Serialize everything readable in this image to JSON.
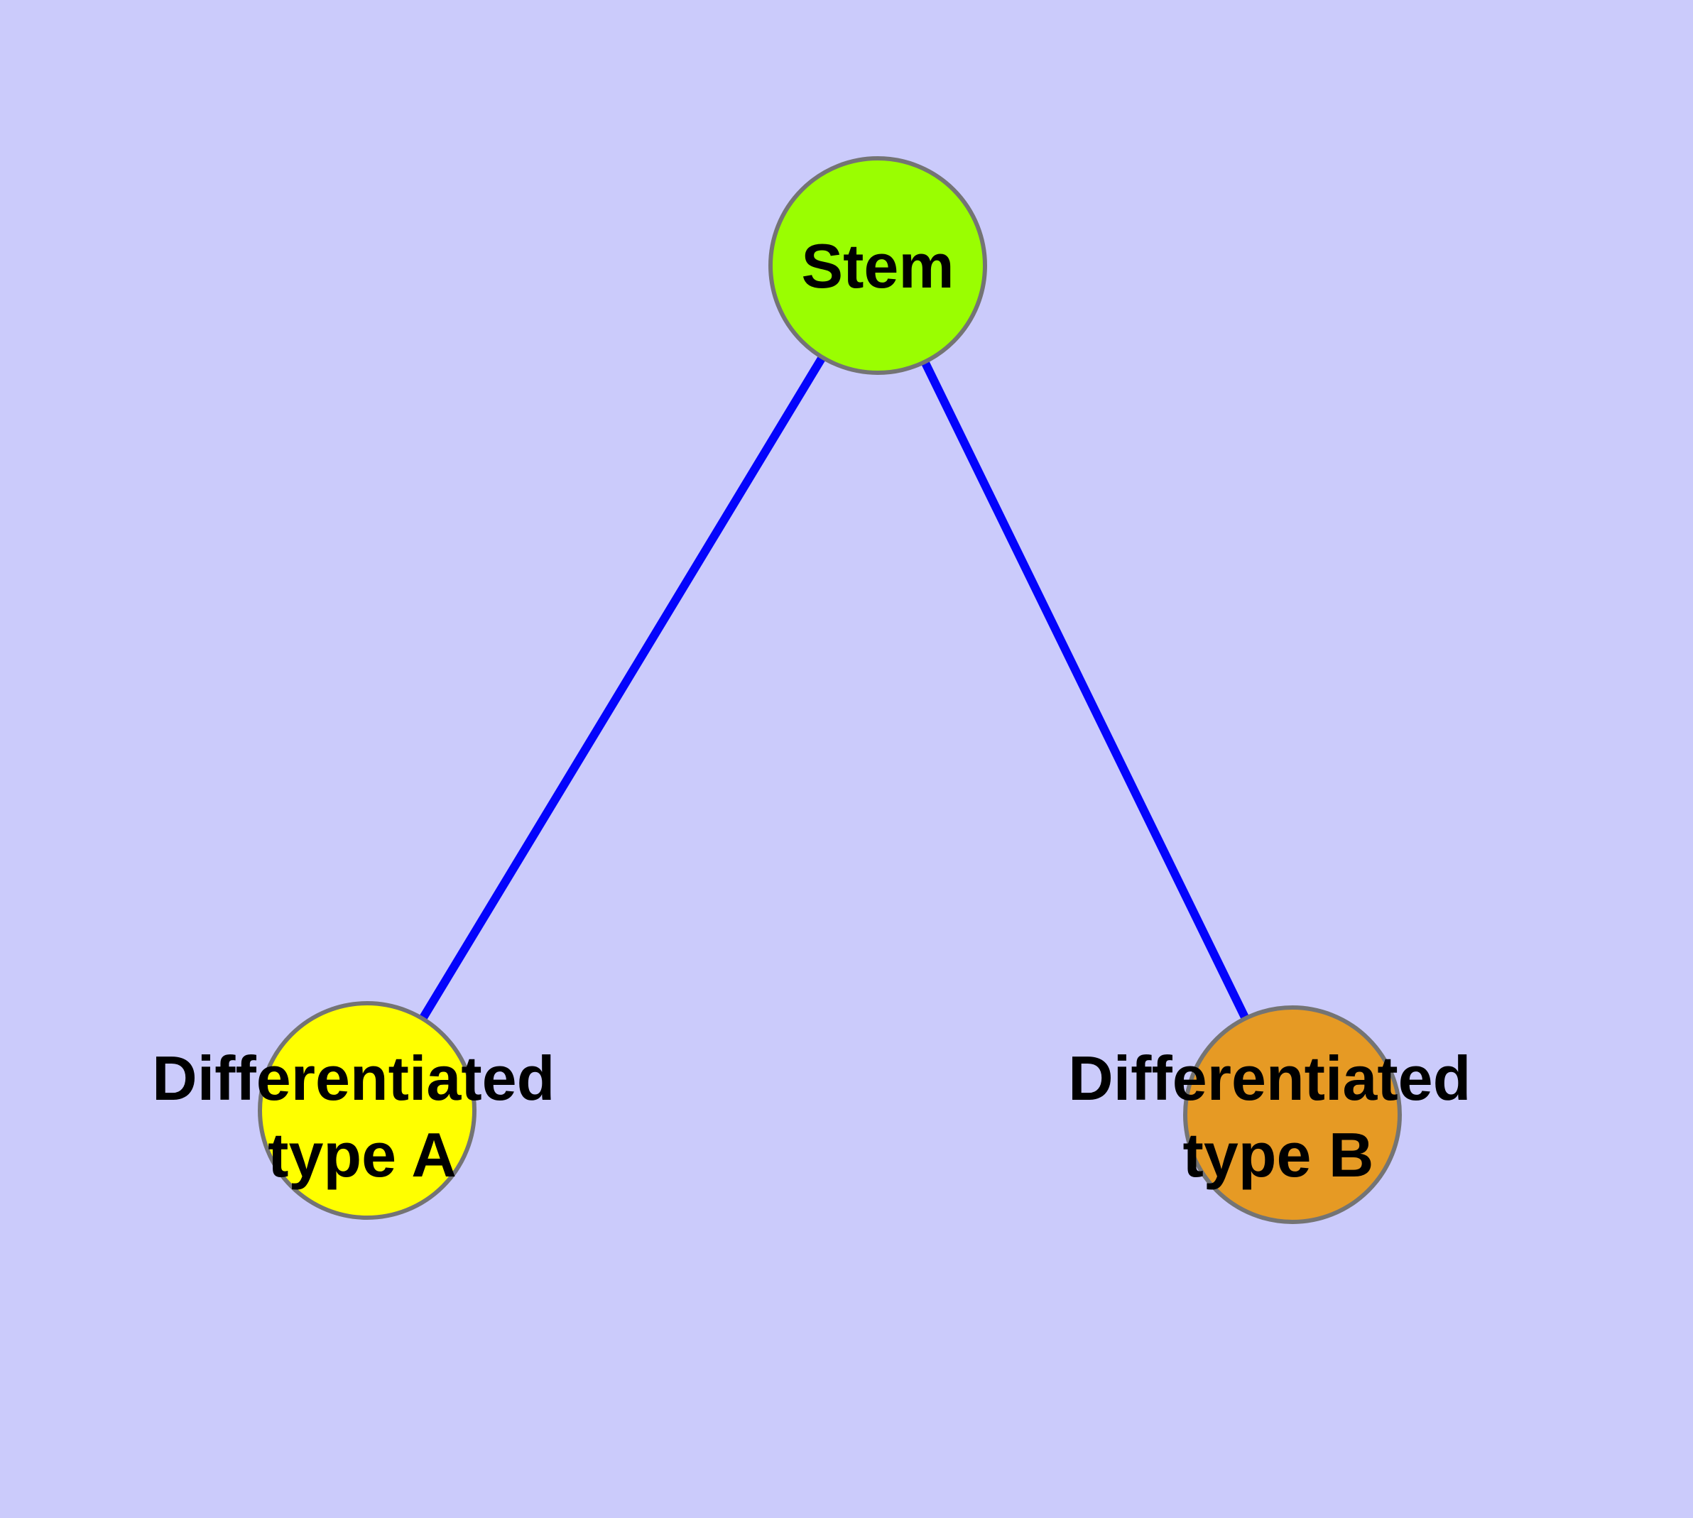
{
  "diagram": {
    "type": "node-link-graph",
    "background_color": "#CBCBFB",
    "edge_color": "#0404FC",
    "node_border_color": "#747474",
    "label_color": "#000000",
    "nodes": [
      {
        "id": "stem",
        "label": "Stem",
        "label_lines": [
          "Stem"
        ],
        "fill": "#9AFE01"
      },
      {
        "id": "differentiated-type-a",
        "label": "Differentiated type A",
        "label_lines": [
          "Differentiated",
          "type A"
        ],
        "fill": "#FFFF00"
      },
      {
        "id": "differentiated-type-b",
        "label": "Differentiated type B",
        "label_lines": [
          "Differentiated",
          "type B"
        ],
        "fill": "#E69A24"
      }
    ],
    "edges": [
      {
        "from": "Stem",
        "to": "Differentiated type A"
      },
      {
        "from": "Stem",
        "to": "Differentiated type B"
      }
    ]
  }
}
